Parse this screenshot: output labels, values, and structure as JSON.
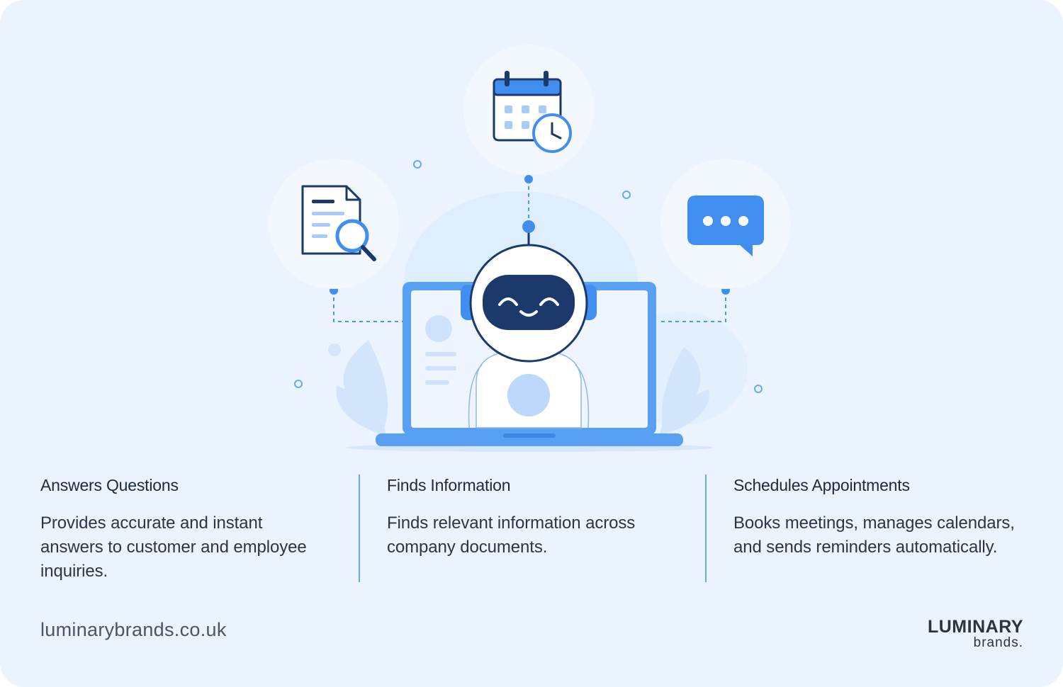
{
  "features": [
    {
      "title": "Answers Questions",
      "description": "Provides accurate and instant answers to customer and employee inquiries."
    },
    {
      "title": "Finds Information",
      "description": "Finds relevant information across company documents."
    },
    {
      "title": "Schedules Appointments",
      "description": "Books meetings, manages calendars, and sends reminders automatically."
    }
  ],
  "footer": {
    "url": "luminarybrands.co.uk"
  },
  "logo": {
    "main": "LUMINARY",
    "sub": "brands."
  },
  "icons": {
    "top": "calendar-clock-icon",
    "left": "document-search-icon",
    "right": "chat-bubble-icon",
    "center": "robot-laptop-icon"
  },
  "colors": {
    "background": "#eaf3fe",
    "accent": "#3f8ef0",
    "dark_navy": "#1b3a6b",
    "divider": "#6aa8ea"
  }
}
